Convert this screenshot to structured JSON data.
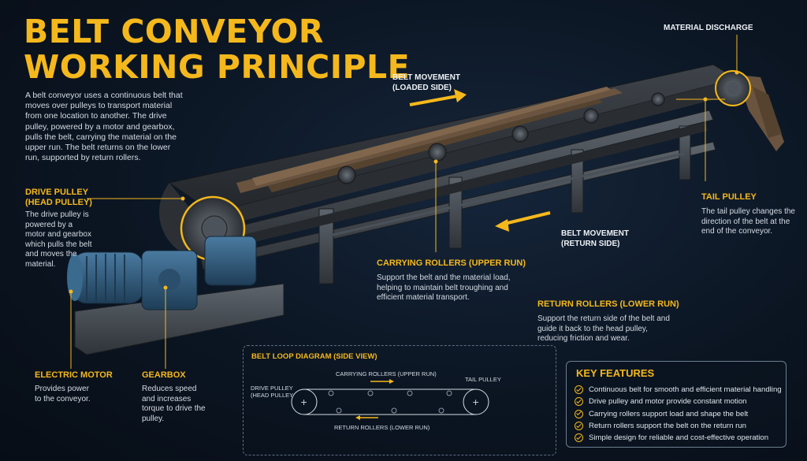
{
  "title": {
    "line1": "BELT CONVEYOR",
    "line2": "WORKING PRINCIPLE"
  },
  "intro": "A belt conveyor uses a continuous belt that moves over pulleys to transport material from one location to another. The drive pulley, powered by a motor and gearbox, pulls the belt, carrying the material on the upper run. The belt returns on the lower run, supported by return rollers.",
  "labels": {
    "material_discharge": "MATERIAL DISCHARGE",
    "belt_loaded": {
      "line1": "BELT MOVEMENT",
      "line2": "(LOADED SIDE)"
    },
    "belt_return": {
      "line1": "BELT MOVEMENT",
      "line2": "(RETURN SIDE)"
    },
    "drive_pulley": {
      "line1": "DRIVE PULLEY",
      "line2": "(HEAD PULLEY)",
      "desc": "The drive pulley is powered by a motor and gearbox which pulls the belt and moves the material."
    },
    "tail_pulley": {
      "title": "TAIL PULLEY",
      "desc": "The tail pulley changes the direction of the belt at the end of the conveyor."
    },
    "carrying_rollers": {
      "title": "CARRYING ROLLERS (UPPER RUN)",
      "desc": "Support the belt and the material load, helping to maintain belt troughing and efficient material transport."
    },
    "return_rollers": {
      "title": "RETURN ROLLERS (LOWER RUN)",
      "desc": "Support the return side of the belt and guide it back to the head pulley, reducing friction and wear."
    },
    "electric_motor": {
      "title": "ELECTRIC MOTOR",
      "desc": "Provides power to the conveyor."
    },
    "gearbox": {
      "title": "GEARBOX",
      "desc": "Reduces speed and increases torque to drive the pulley."
    }
  },
  "diagram": {
    "title": "BELT LOOP DIAGRAM (SIDE VIEW)",
    "carrying": "CARRYING ROLLERS (UPPER RUN)",
    "returning": "RETURN ROLLERS (LOWER RUN)",
    "drive": {
      "line1": "DRIVE PULLEY",
      "line2": "(HEAD PULLEY"
    },
    "tail": "TAIL PULLEY"
  },
  "features": {
    "title": "KEY FEATURES",
    "items": [
      "Continuous belt for smooth and efficient material handling",
      "Drive pulley and motor provide constant motion",
      "Carrying rollers support load and shape the belt",
      "Return rollers support the belt on the return run",
      "Simple design for reliable and cost-effective operation"
    ]
  },
  "colors": {
    "accent": "#f5b81c",
    "background": "#0b1522",
    "motor": "#2f5d7e"
  }
}
